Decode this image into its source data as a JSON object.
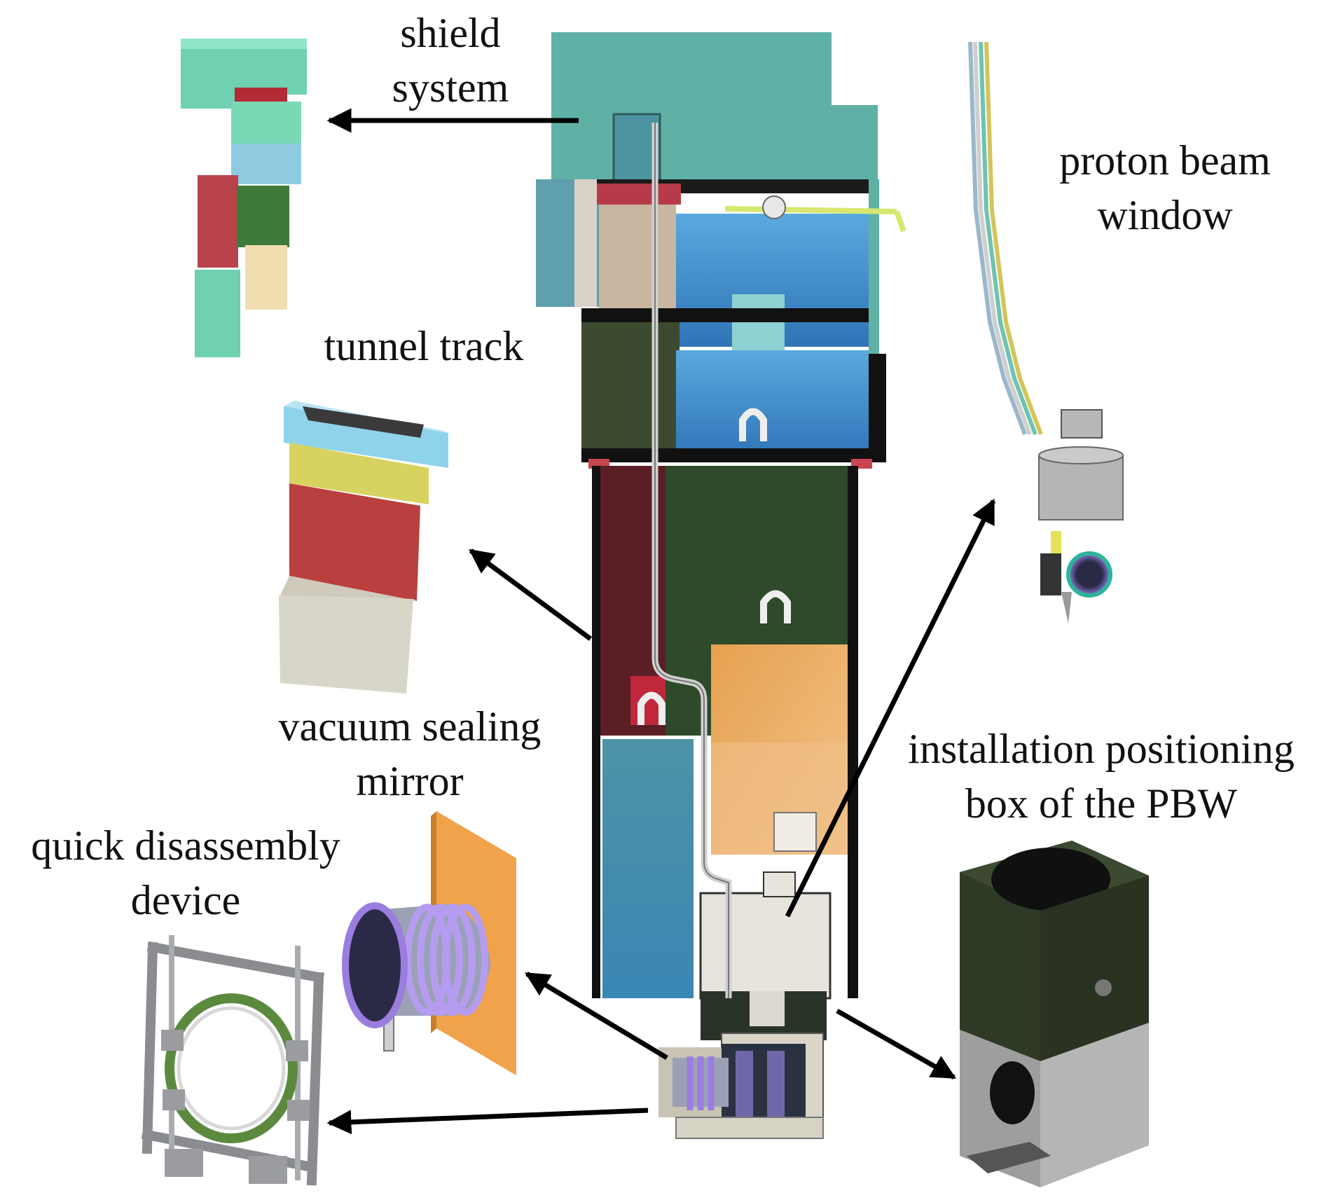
{
  "labels": {
    "shield_system": [
      "shield",
      "system"
    ],
    "tunnel_track": [
      "tunnel track"
    ],
    "proton_beam_window": [
      "proton beam",
      "window"
    ],
    "vacuum_sealing_mirror": [
      "vacuum sealing",
      "mirror"
    ],
    "installation_positioning_box": [
      "installation positioning",
      "box of the PBW"
    ],
    "quick_disassembly_device": [
      "quick disassembly",
      "device"
    ]
  },
  "colors": {
    "shield_teal": "#5fb1a6",
    "water_blue": "#3d8fc8",
    "dark_green": "#2f4a2a",
    "dark_red": "#5a1e24",
    "orange": "#e8a860",
    "box_dark": "#2f3a26",
    "concrete_gray": "#a9a9a9",
    "bellows_purple": "#9b7de0",
    "plate_orange": "#f0a34a",
    "arrow": "#000000"
  },
  "icons": {
    "main_assembly": "cross-section-assembly-icon",
    "shield_blocks": "stacked-shield-blocks-icon",
    "tunnel_track": "tunnel-track-module-icon",
    "pbw": "proton-beam-window-icon",
    "mirror": "vacuum-sealing-mirror-icon",
    "positioning_box": "positioning-box-icon",
    "quick_device": "quick-disassembly-frame-icon"
  }
}
